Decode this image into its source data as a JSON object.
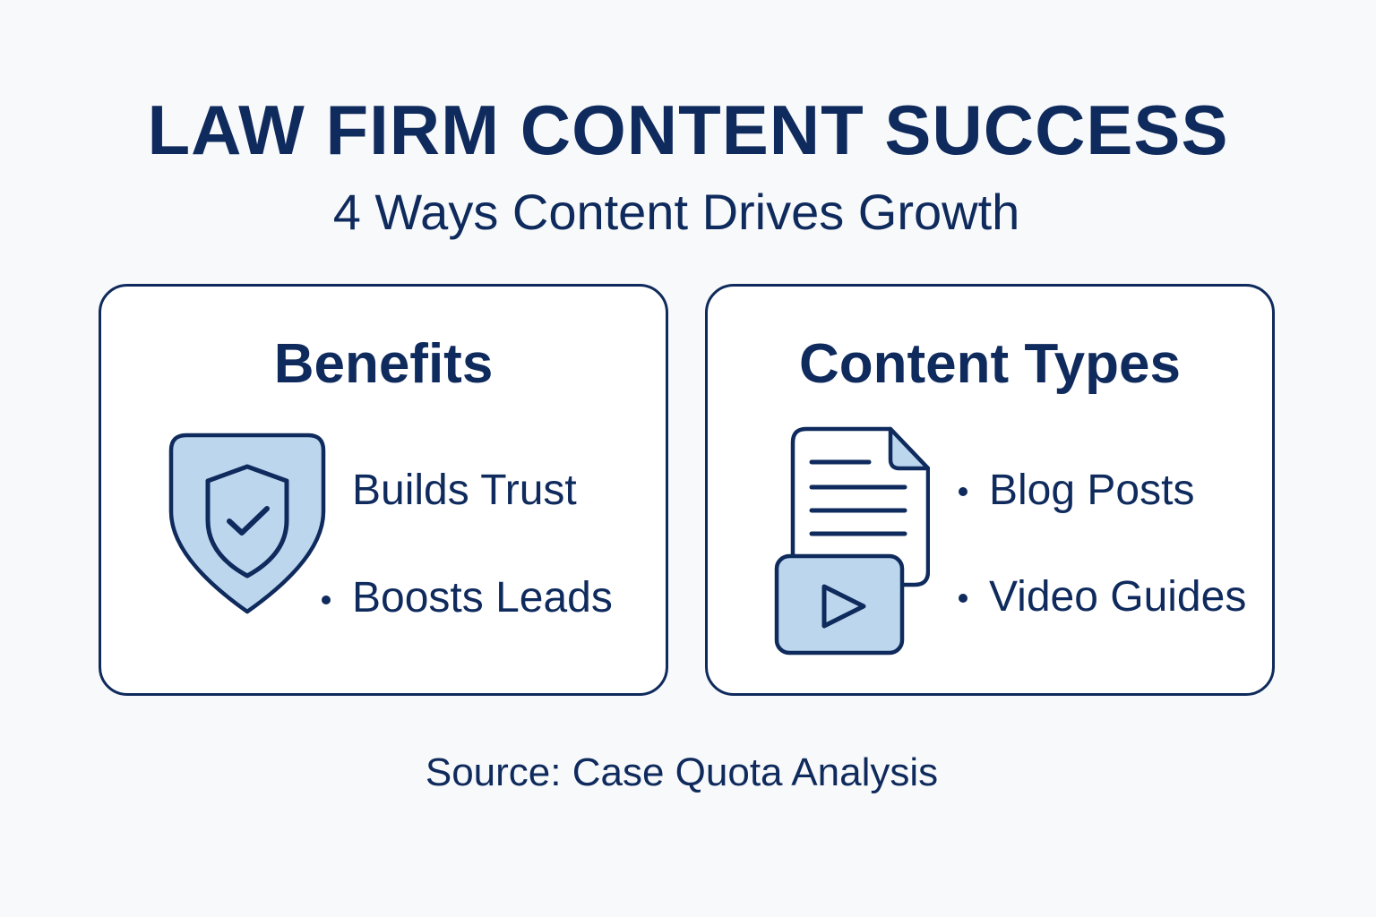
{
  "header": {
    "title": "LAW FIRM CONTENT SUCCESS",
    "subtitle": "4 Ways Content Drives Growth"
  },
  "cards": [
    {
      "title": "Benefits",
      "icon": "shield-check-icon",
      "items": [
        {
          "label": "Builds Trust",
          "bullet": false
        },
        {
          "label": "Boosts Leads",
          "bullet": true
        }
      ]
    },
    {
      "title": "Content Types",
      "icon": "document-video-icon",
      "items": [
        {
          "label": "Blog Posts",
          "bullet": true
        },
        {
          "label": "Video Guides",
          "bullet": true
        }
      ]
    }
  ],
  "footer": {
    "source": "Source: Case Quota Analysis"
  },
  "colors": {
    "primary": "#0f2a5c",
    "accent_fill": "#bcd6ee",
    "background": "#f7f9fa",
    "card_background": "#ffffff"
  }
}
